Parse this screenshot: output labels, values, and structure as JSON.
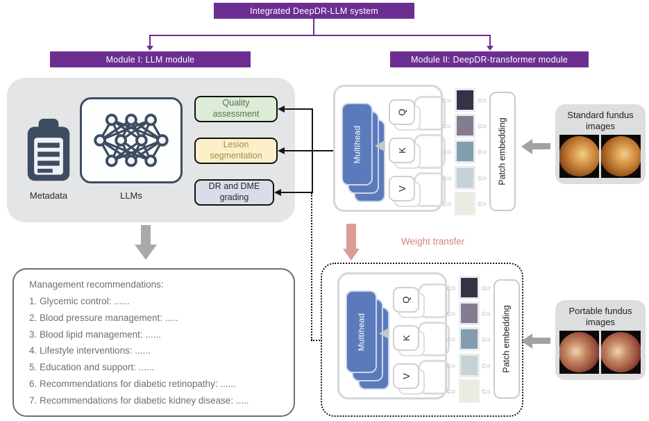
{
  "banners": {
    "top": "Integrated DeepDR-LLM system",
    "module1": "Module I: LLM module",
    "module2": "Module II: DeepDR-transformer module"
  },
  "module1": {
    "metadata_label": "Metadata",
    "llms_label": "LLMs",
    "tasks": [
      {
        "label": "Quality assessment",
        "bg": "#dcecd5",
        "color": "#5c7156"
      },
      {
        "label": "Lesion segmentation",
        "bg": "#fbf0c9",
        "color": "#9f8d4e"
      },
      {
        "label": "DR and DME grading",
        "bg": "#d9dde8",
        "color": "#232a38"
      }
    ]
  },
  "transformer": {
    "multihead_label": "Multihead",
    "qkv": [
      "Q",
      "K",
      "V"
    ],
    "patch_embedding_label": "Patch embedding",
    "patch_colors": [
      "#343247",
      "#847d92",
      "#829db0",
      "#c3d3d8",
      "#ecebe0"
    ]
  },
  "weight_transfer_label": "Weight transfer",
  "standard_fundus_label": "Standard fundus images",
  "portable_fundus_label": "Portable fundus images",
  "management": {
    "title": "Management recommendations:",
    "items": [
      "1. Glycemic control: ......",
      "2. Blood pressure management: .....",
      "3. Blood lipid management:  ......",
      "4. Lifestyle interventions:  ......",
      "5. Education and support:  ......",
      "6. Recommendations for diabetic retinopathy:  ......",
      "7. Recommendations for diabetic kidney disease: ....."
    ]
  },
  "colors": {
    "purple": "#6c2e91",
    "slate": "#3d4c61",
    "multihead_blue": "#5b7abc",
    "weight_transfer_pink": "#dc9b95",
    "panel_gray": "#e3e5e7",
    "fundus_box_gray": "#dcdee0"
  }
}
